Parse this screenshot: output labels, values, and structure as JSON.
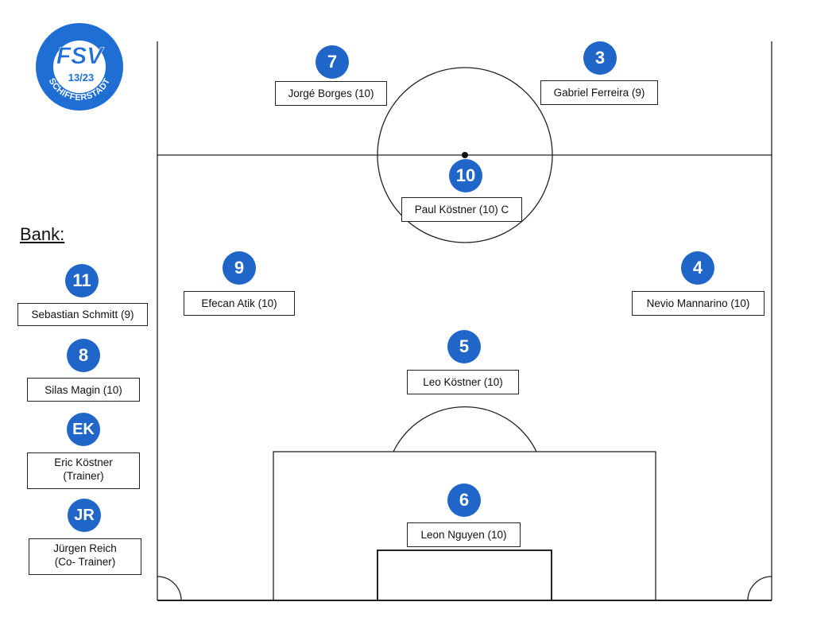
{
  "colors": {
    "badge": "#1f66c8",
    "logo": "#1f6ed4",
    "lines": "#222222"
  },
  "logo": {
    "top_text": "FSV",
    "middle_text": "13/23",
    "ring_text": "SCHIFFERSTADT"
  },
  "bank": {
    "label": "Bank:"
  },
  "players": [
    {
      "number": "7",
      "name": "Jorgé Borges (10)"
    },
    {
      "number": "3",
      "name": "Gabriel Ferreira (9)"
    },
    {
      "number": "10",
      "name": "Paul Köstner (10) C"
    },
    {
      "number": "9",
      "name": "Efecan Atik (10)"
    },
    {
      "number": "4",
      "name": "Nevio Mannarino (10)"
    },
    {
      "number": "5",
      "name": "Leo Köstner (10)"
    },
    {
      "number": "6",
      "name": "Leon Nguyen (10)"
    }
  ],
  "bench": [
    {
      "number": "11",
      "name": "Sebastian Schmitt (9)"
    },
    {
      "number": "8",
      "name": "Silas Magin (10)"
    },
    {
      "number": "EK",
      "name": "Eric Köstner",
      "role": "(Trainer)"
    },
    {
      "number": "JR",
      "name": "Jürgen Reich",
      "role": "(Co- Trainer)"
    }
  ]
}
